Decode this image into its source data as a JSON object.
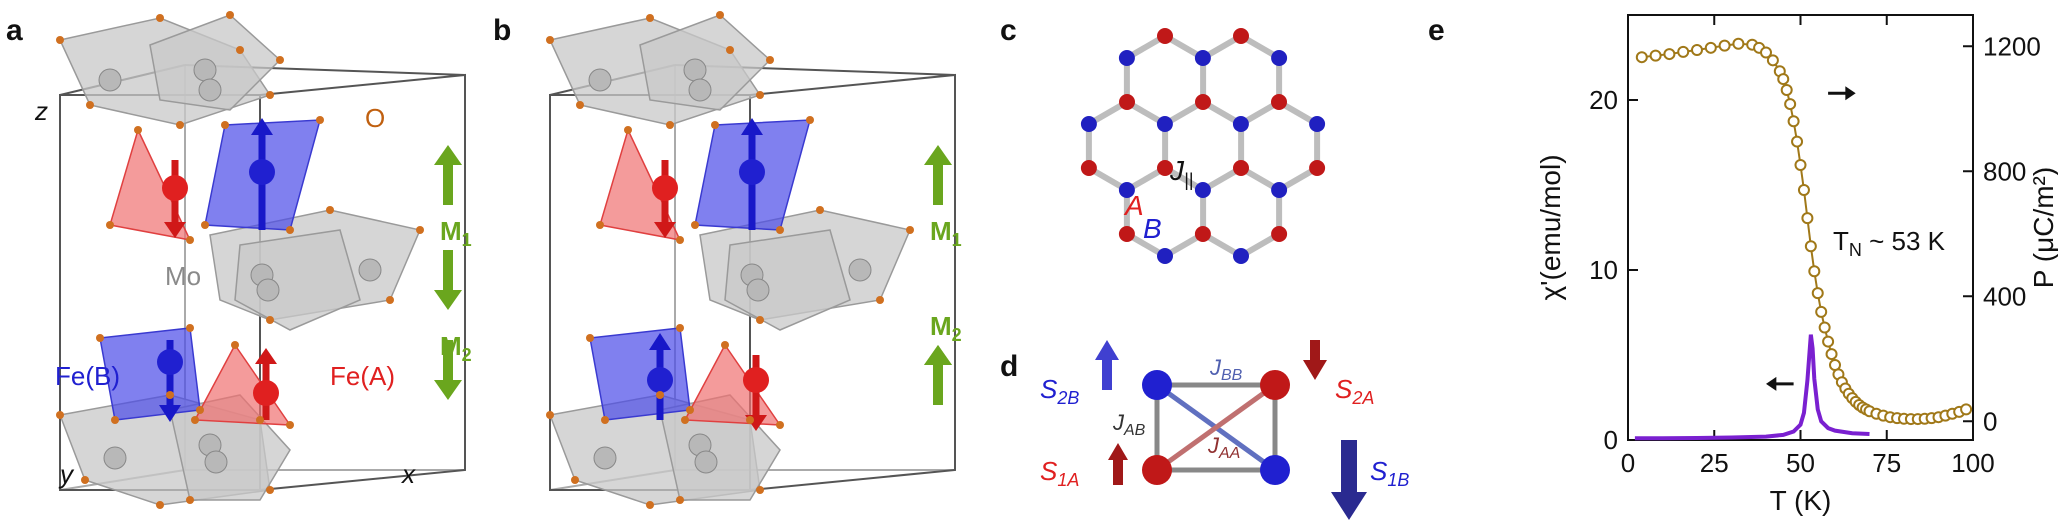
{
  "panels": {
    "a": {
      "letter": "a",
      "axis_z": "z",
      "axis_y": "y",
      "axis_x": "x",
      "oxygen_label": "O",
      "mo_label": "Mo",
      "feB_label": "Fe(B)",
      "feA_label": "Fe(A)",
      "m1_label": "M",
      "m1_sub": "1",
      "m2_label": "M",
      "m2_sub": "2"
    },
    "b": {
      "letter": "b",
      "m1_label": "M",
      "m1_sub": "1",
      "m2_label": "M",
      "m2_sub": "2"
    },
    "c": {
      "letter": "c",
      "j_label": "J",
      "j_sub": "||",
      "a_label": "A",
      "b_label": "B"
    },
    "d": {
      "letter": "d",
      "s2b": "S",
      "s2b_sub": "2B",
      "s2a": "S",
      "s2a_sub": "2A",
      "s1a": "S",
      "s1a_sub": "1A",
      "s1b": "S",
      "s1b_sub": "1B",
      "jbb": "J",
      "jbb_sub": "BB",
      "jab": "J",
      "jab_sub": "AB",
      "jaa": "J",
      "jaa_sub": "AA"
    },
    "e": {
      "letter": "e",
      "tn_label": "T",
      "tn_sub": "N",
      "tn_value": " ~ 53 K"
    }
  },
  "colors": {
    "fe_a": "#e02020",
    "fe_b": "#2020d0",
    "moment_green": "#6aa61e",
    "oxygen": "#c06010",
    "chi_line": "#7a20d0",
    "p_line": "#a07818"
  },
  "chart_data": {
    "type": "line",
    "xlabel": "T (K)",
    "ylabel_left": "χ'(emu/mol)",
    "ylabel_right": "P (μC/m²)",
    "xlim": [
      0,
      100
    ],
    "ylim_left": [
      0,
      25
    ],
    "ylim_right": [
      -60,
      1300
    ],
    "x_ticks": [
      0,
      25,
      50,
      75,
      100
    ],
    "y_left_ticks": [
      0,
      10,
      20
    ],
    "y_right_ticks": [
      0,
      400,
      800,
      1200
    ],
    "series": [
      {
        "axis": "left",
        "style": "line",
        "x": [
          2,
          10,
          20,
          30,
          40,
          45,
          48,
          50,
          51,
          52,
          53,
          53.5,
          54,
          55,
          56,
          58,
          60,
          65,
          70
        ],
        "values": [
          0.1,
          0.1,
          0.12,
          0.15,
          0.2,
          0.3,
          0.5,
          0.9,
          1.6,
          3.5,
          6.2,
          5.4,
          3.6,
          1.8,
          1.1,
          0.7,
          0.55,
          0.4,
          0.35
        ]
      },
      {
        "axis": "right",
        "style": "open-circles",
        "x": [
          4,
          8,
          12,
          16,
          20,
          24,
          28,
          32,
          36,
          38,
          40,
          42,
          44,
          45,
          46,
          47,
          48,
          49,
          50,
          51,
          52,
          53,
          54,
          55,
          56,
          57,
          58,
          59,
          60,
          61,
          62,
          63,
          64,
          65,
          66,
          67,
          68,
          69,
          70,
          72,
          74,
          76,
          78,
          80,
          82,
          84,
          86,
          88,
          90,
          92,
          94,
          96,
          98
        ],
        "values": [
          1165,
          1170,
          1175,
          1182,
          1188,
          1195,
          1202,
          1208,
          1205,
          1195,
          1180,
          1155,
          1120,
          1095,
          1060,
          1015,
          960,
          895,
          820,
          740,
          650,
          560,
          480,
          410,
          350,
          300,
          255,
          215,
          180,
          150,
          125,
          105,
          88,
          74,
          62,
          52,
          44,
          38,
          32,
          24,
          18,
          13,
          10,
          8,
          7,
          7,
          8,
          10,
          13,
          18,
          24,
          30,
          38
        ]
      }
    ]
  }
}
